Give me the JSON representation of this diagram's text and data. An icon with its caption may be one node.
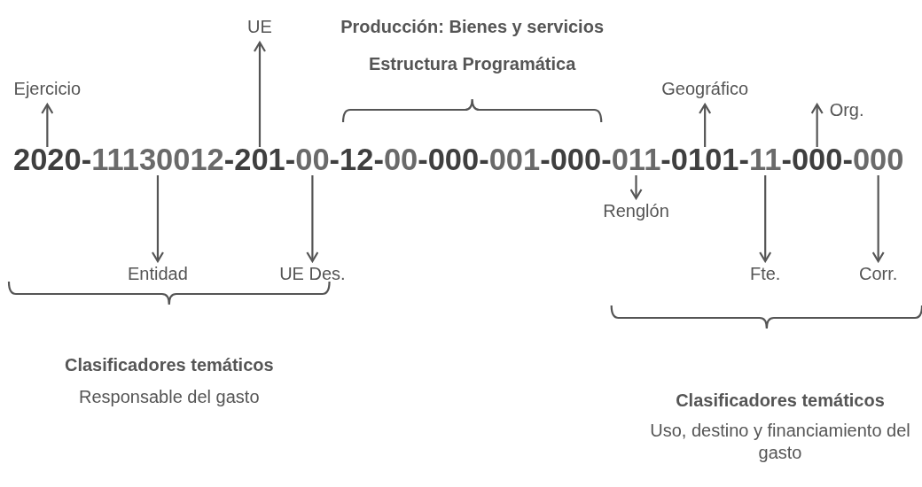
{
  "diagram": {
    "nodes": [
      {
        "text": [
          "2020"
        ]
      },
      {
        "text": [
          "11130012"
        ]
      },
      {
        "text": [
          "201"
        ]
      },
      {
        "text": [
          "00"
        ]
      },
      {
        "text": [
          "12"
        ]
      },
      {
        "text": [
          "00"
        ]
      },
      {
        "text": [
          "000"
        ]
      },
      {
        "text": [
          "001"
        ]
      },
      {
        "text": [
          "000"
        ]
      },
      {
        "text": [
          "011"
        ]
      },
      {
        "text": [
          "0101"
        ]
      },
      {
        "text": [
          "11"
        ]
      },
      {
        "text": [
          "000"
        ]
      },
      {
        "text": [
          "000"
        ]
      },
      {
        "text": [
          "UE"
        ]
      },
      {
        "text": [
          "Ejercicio"
        ]
      },
      {
        "text": [
          "Geográfico"
        ]
      },
      {
        "text": [
          "Org."
        ]
      },
      {
        "text": [
          "Renglón"
        ]
      },
      {
        "text": [
          "Entidad"
        ]
      },
      {
        "text": [
          "UE Des."
        ]
      },
      {
        "text": [
          "Fte."
        ]
      },
      {
        "text": [
          "Corr."
        ]
      }
    ],
    "edges": [
      {
        "from": 0,
        "to": 15,
        "arrow": "to"
      },
      {
        "from": 1,
        "to": 19,
        "arrow": "to"
      },
      {
        "from": 2,
        "to": 14,
        "arrow": "to"
      },
      {
        "from": 3,
        "to": 20,
        "arrow": "to"
      },
      {
        "from": 10,
        "to": 16,
        "arrow": "to"
      },
      {
        "from": 12,
        "to": 17,
        "arrow": "to"
      },
      {
        "from": 9,
        "to": 18,
        "arrow": "to"
      },
      {
        "from": 11,
        "to": 21,
        "arrow": "to"
      },
      {
        "from": 13,
        "to": 22,
        "arrow": "to"
      }
    ],
    "labels": [
      "Producción: Bienes y servicios",
      "Estructura Programática",
      "-",
      "-",
      "-",
      "-",
      "-",
      "-",
      "-",
      "-",
      "-",
      "-",
      "-",
      "-",
      "-",
      "Clasificadores temáticos",
      "Responsable del gasto",
      "Clasificadores temáticos",
      "Uso, destino y financiamiento del gasto"
    ]
  }
}
